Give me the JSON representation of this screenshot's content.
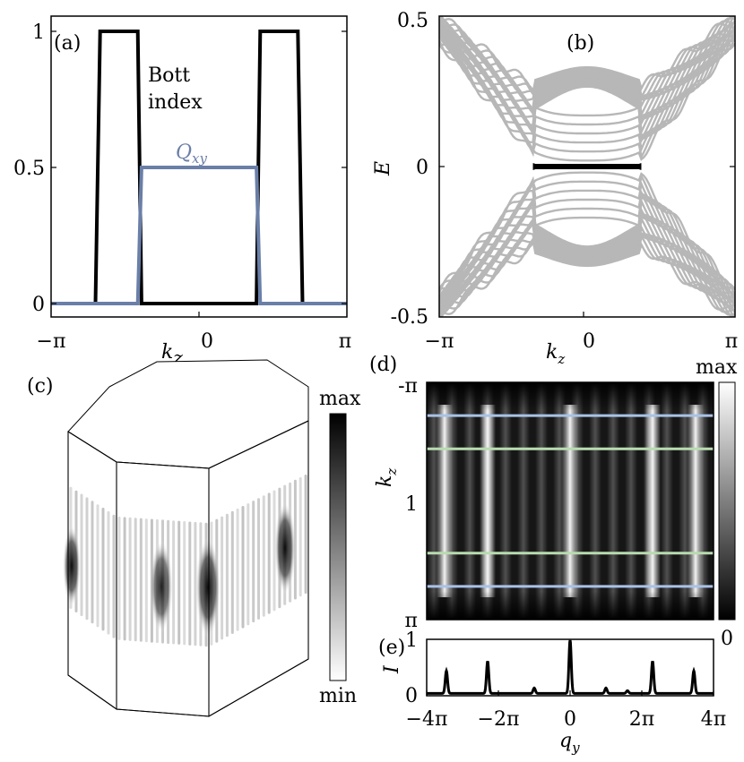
{
  "chart_data": [
    {
      "panel": "(a)",
      "type": "line",
      "xlabel": "k_z",
      "xticks": [
        "−π",
        "0",
        "π"
      ],
      "yticks": [
        "0",
        "0.5",
        "1"
      ],
      "xlim": [
        -3.1416,
        3.1416
      ],
      "ylim": [
        -0.05,
        1.02
      ],
      "annotations": [
        "Bott",
        "index",
        "Q_xy"
      ],
      "series": [
        {
          "name": "Bott index",
          "color": "#000000",
          "x": [
            -3.1416,
            -2.2,
            -2.1,
            -1.3,
            -1.22,
            1.22,
            1.3,
            2.1,
            2.2,
            3.1416
          ],
          "y": [
            0,
            0,
            1,
            1,
            0,
            0,
            1,
            1,
            0,
            0
          ]
        },
        {
          "name": "Q_xy",
          "color": "#6a7fa8",
          "x": [
            -3.1416,
            -1.3,
            -1.22,
            1.22,
            1.3,
            3.1416
          ],
          "y": [
            0,
            0,
            0.5,
            0.5,
            0,
            0
          ]
        }
      ]
    },
    {
      "panel": "(b)",
      "type": "line",
      "xlabel": "k_z",
      "ylabel": "E",
      "xticks": [
        "−π",
        "0",
        "π"
      ],
      "yticks": [
        "-0.5",
        "0",
        "0.5"
      ],
      "xlim": [
        -3.1416,
        3.1416
      ],
      "ylim": [
        -0.5,
        0.5
      ],
      "bulk_color": "#b7b7b7",
      "edge_color": "#000000",
      "edge_states": {
        "x": [
          -1.15,
          1.15
        ],
        "y": [
          0,
          0
        ]
      }
    },
    {
      "panel": "(c)",
      "type": "heatmap",
      "colorbar": {
        "top_label": "max",
        "bottom_label": "min"
      }
    },
    {
      "panel": "(d)",
      "type": "heatmap",
      "ylabel": "k_z",
      "yticks": [
        "-π",
        "1",
        "π"
      ],
      "colorbar": {
        "top_label": "max",
        "bottom_label": "0"
      },
      "bright_columns_qy": [
        -3.5,
        -2.3,
        0,
        2.3,
        3.5
      ],
      "cut_lines": [
        {
          "color": "#a9c2e6",
          "kz": 0.72
        },
        {
          "color": "#b8dcb0",
          "kz": 0.44
        },
        {
          "color": "#b8dcb0",
          "kz": -0.44
        },
        {
          "color": "#a9c2e6",
          "kz": -0.72
        }
      ]
    },
    {
      "panel": "(e)",
      "type": "line",
      "xlabel": "q_y",
      "ylabel": "I",
      "xticks": [
        "−4π",
        "−2π",
        "0",
        "2π",
        "4π"
      ],
      "yticks": [
        "0",
        "1"
      ],
      "xlim": [
        -4,
        4
      ],
      "ylim": [
        0,
        1
      ],
      "peaks": [
        {
          "x": -3.45,
          "y": 0.42
        },
        {
          "x": -2.3,
          "y": 0.6
        },
        {
          "x": -1.0,
          "y": 0.1
        },
        {
          "x": 0,
          "y": 1.0
        },
        {
          "x": 1.0,
          "y": 0.1
        },
        {
          "x": 1.6,
          "y": 0.05
        },
        {
          "x": 2.3,
          "y": 0.6
        },
        {
          "x": 3.45,
          "y": 0.42
        }
      ]
    }
  ],
  "text": {
    "panel_a": "(a)",
    "panel_b": "(b)",
    "panel_c": "(c)",
    "panel_d": "(d)",
    "panel_e": "(e)",
    "bott": "Bott",
    "index": "index",
    "qxy_base": "Q",
    "qxy_sub": "xy",
    "k_base": "k",
    "k_sub": "z",
    "q_base": "q",
    "q_sub": "y",
    "E_label": "E",
    "I_label": "I",
    "max": "max",
    "min": "min"
  }
}
